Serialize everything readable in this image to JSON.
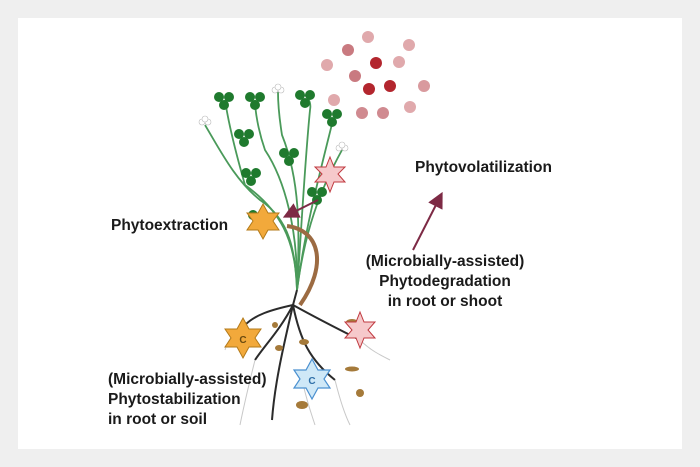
{
  "labels": {
    "phytovolatilization": "Phytovolatilization",
    "phytoextraction": "Phytoextraction",
    "degradation": [
      "(Microbially-assisted)",
      "Phytodegradation",
      "in root or shoot"
    ],
    "stabilization": [
      "(Microbially-assisted)",
      "Phytostabilization",
      "in root or soil"
    ],
    "star_letter": "C"
  },
  "colors": {
    "leaf": "#1f7a2e",
    "stem": "#4a9a5a",
    "root": "#2b2b2b",
    "arrow": "#7d2a45",
    "dot_dark": "#b3262e",
    "dot_light": "#d99a9e",
    "star_orange": "#f2a93b",
    "star_blue": "#cfe8f7",
    "star_pink": "#f6c9cb"
  }
}
